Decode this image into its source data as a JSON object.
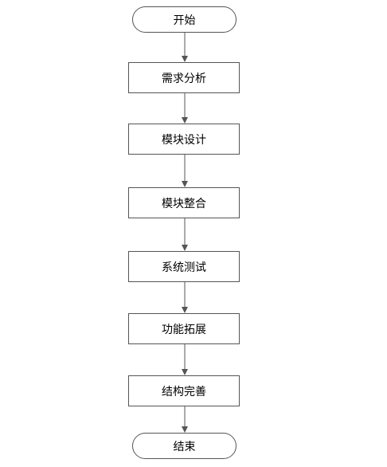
{
  "flowchart": {
    "start": "开始",
    "steps": [
      "需求分析",
      "模块设计",
      "模块整合",
      "系统测试",
      "功能拓展",
      "结构完善"
    ],
    "end": "结束",
    "line_color": "#555555"
  }
}
